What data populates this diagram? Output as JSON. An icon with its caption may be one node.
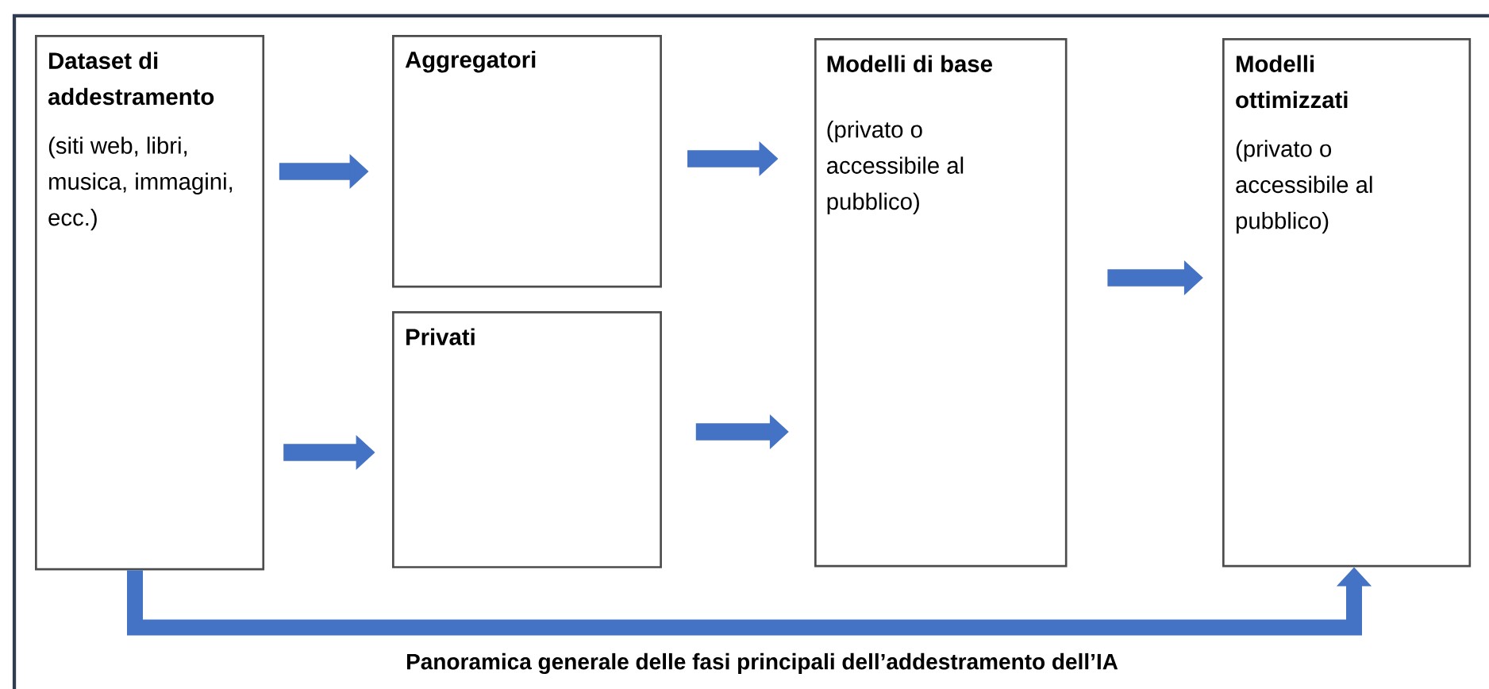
{
  "diagram": {
    "caption": "Panoramica generale delle fasi principali dell’addestramento dell’IA",
    "nodes": [
      {
        "text": [
          "Dataset di addestramento",
          "(siti web, libri, musica, immagini, ecc.)"
        ]
      },
      {
        "text": [
          "Aggregatori"
        ]
      },
      {
        "text": [
          "Privati"
        ]
      },
      {
        "text": [
          "Modelli di base",
          "(privato o accessibile al pubblico)"
        ]
      },
      {
        "text": [
          "Modelli ottimizzati",
          "(privato o accessibile al pubblico)"
        ]
      }
    ],
    "edges": [
      {
        "from": 0,
        "to": 1,
        "arrow": "to"
      },
      {
        "from": 0,
        "to": 2,
        "arrow": "to"
      },
      {
        "from": 1,
        "to": 3,
        "arrow": "to"
      },
      {
        "from": 2,
        "to": 3,
        "arrow": "to"
      },
      {
        "from": 3,
        "to": 4,
        "arrow": "to"
      },
      {
        "from": 0,
        "to": 4,
        "arrow": "to"
      }
    ]
  }
}
